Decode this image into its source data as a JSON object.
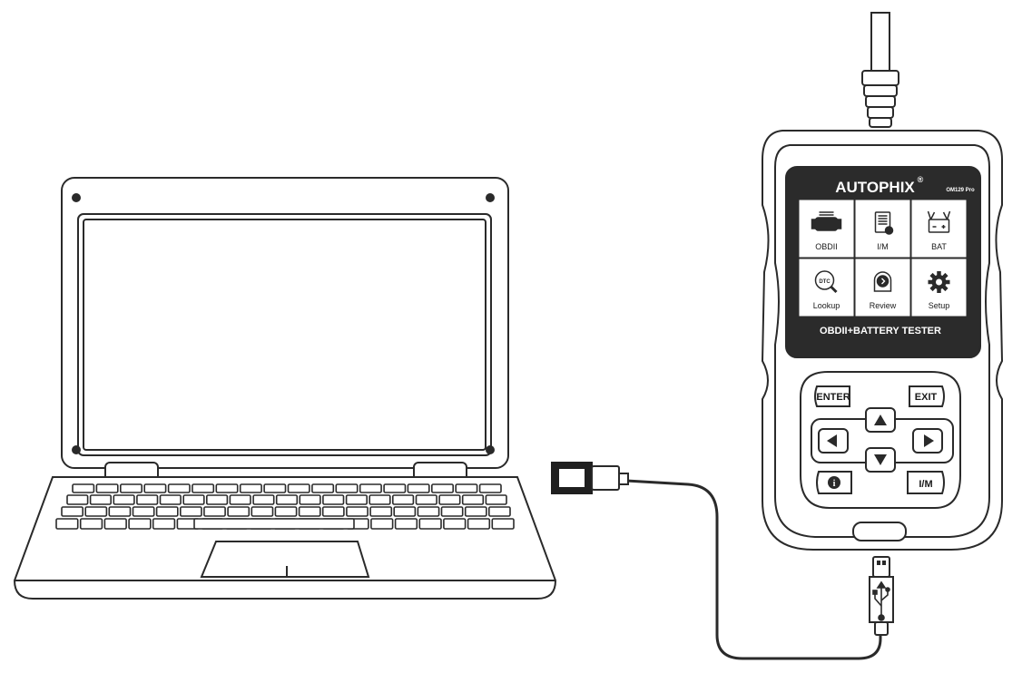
{
  "device": {
    "brand": "AUTOPHIX",
    "registered": "®",
    "model": "OM129 Pro",
    "banner": "OBDII+BATTERY TESTER",
    "menu": [
      {
        "label": "OBDII",
        "icon": "engine-icon"
      },
      {
        "label": "I/M",
        "icon": "document-icon"
      },
      {
        "label": "BAT",
        "icon": "battery-icon"
      },
      {
        "label": "Lookup",
        "icon": "dtc-lookup-icon"
      },
      {
        "label": "Review",
        "icon": "review-icon"
      },
      {
        "label": "Setup",
        "icon": "gear-icon"
      }
    ],
    "keys": {
      "enter": "ENTER",
      "exit": "EXIT",
      "im": "I/M",
      "info": "i"
    }
  },
  "cable": {
    "laptop_end": "usb-a-plug-icon",
    "device_end": "usb-b-plug-icon",
    "usb_symbol": "usb-icon"
  },
  "colors": {
    "stroke": "#2a2a2a",
    "screen": "#2b2b2b",
    "tile": "#ffffff"
  }
}
